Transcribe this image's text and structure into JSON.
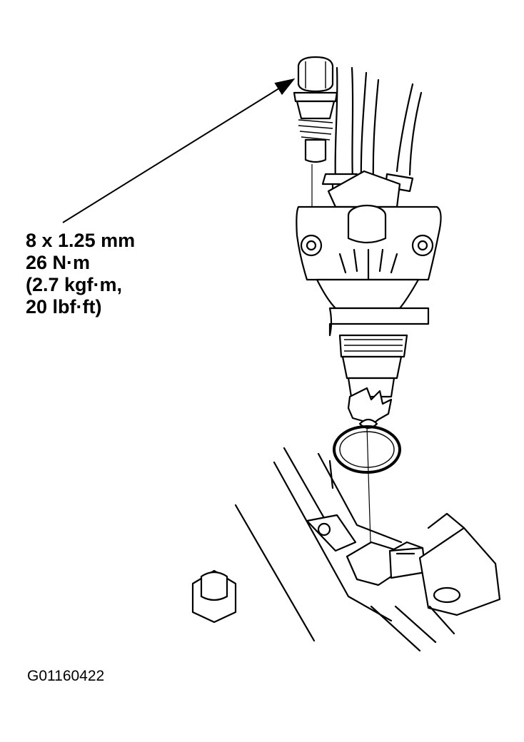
{
  "callout": {
    "line1": "8 x 1.25 mm",
    "line2": "26 N·m",
    "line3": "(2.7 kgf·m,",
    "line4": "20 lbf·ft)"
  },
  "figure_id": "G01160422",
  "icons": [
    "bolt-icon",
    "sensor-assembly-icon",
    "o-ring-icon",
    "mounting-bracket-icon"
  ]
}
